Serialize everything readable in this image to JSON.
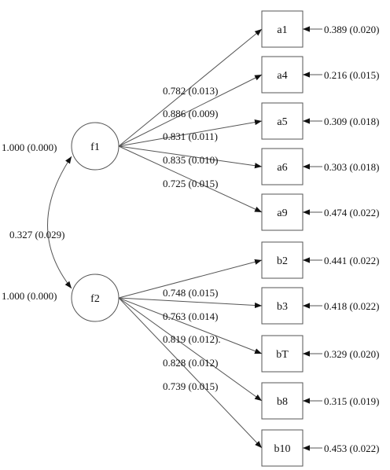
{
  "factors": [
    {
      "id": "f1",
      "label": "f1",
      "variance": "1.000 (0.000)"
    },
    {
      "id": "f2",
      "label": "f2",
      "variance": "1.000 (0.000)"
    }
  ],
  "covariance": "0.327 (0.029)",
  "indicators": [
    {
      "id": "a1",
      "label": "a1",
      "factor": "f1",
      "loading": "0.782 (0.013)",
      "residual": "0.389 (0.020)"
    },
    {
      "id": "a4",
      "label": "a4",
      "factor": "f1",
      "loading": "0.886 (0.009)",
      "residual": "0.216 (0.015)"
    },
    {
      "id": "a5",
      "label": "a5",
      "factor": "f1",
      "loading": "0.831 (0.011)",
      "residual": "0.309 (0.018)"
    },
    {
      "id": "a6",
      "label": "a6",
      "factor": "f1",
      "loading": "0.835 (0.010)",
      "residual": "0.303 (0.018)"
    },
    {
      "id": "a9",
      "label": "a9",
      "factor": "f1",
      "loading": "0.725 (0.015)",
      "residual": "0.474 (0.022)"
    },
    {
      "id": "b2",
      "label": "b2",
      "factor": "f2",
      "loading": "0.748 (0.015)",
      "residual": "0.441 (0.022)"
    },
    {
      "id": "b3",
      "label": "b3",
      "factor": "f2",
      "loading": "0.763 (0.014)",
      "residual": "0.418 (0.022)"
    },
    {
      "id": "bT",
      "label": "bT",
      "factor": "f2",
      "loading": "0.819 (0.012).",
      "residual": "0.329 (0.020)"
    },
    {
      "id": "b8",
      "label": "b8",
      "factor": "f2",
      "loading": "0.828 (0.012)",
      "residual": "0.315 (0.019)"
    },
    {
      "id": "b10",
      "label": "b10",
      "factor": "f2",
      "loading": "0.739 (0.015)",
      "residual": "0.453 (0.022)"
    }
  ]
}
